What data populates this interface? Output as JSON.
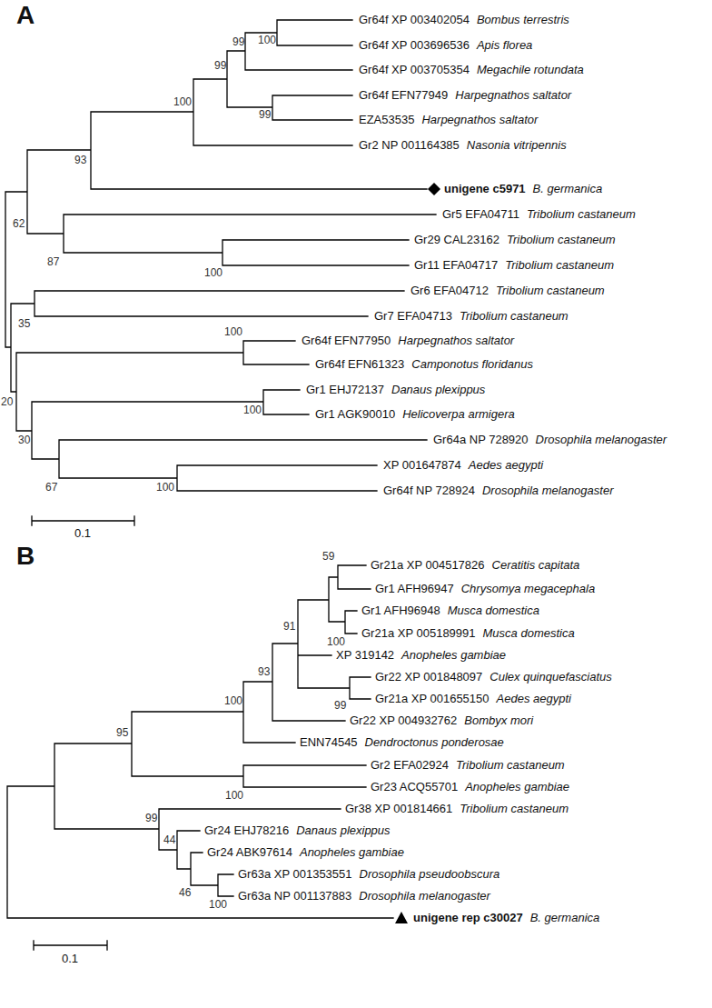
{
  "diagram": {
    "labels": [
      "A",
      "Gr64f XP 003402054",
      "Bombus terrestris",
      "Gr64f XP 003696536",
      "Apis florea",
      "Gr64f XP 003705354",
      "Megachile rotundata",
      "Gr64f EFN77949",
      "Harpegnathos saltator",
      "EZA53535",
      "Harpegnathos saltator",
      "Gr2 NP 001164385",
      "Nasonia vitripennis",
      "unigene c5971",
      "B. germanica",
      "Gr5 EFA04711",
      "Tribolium castaneum",
      "Gr29 CAL23162",
      "Tribolium castaneum",
      "Gr11 EFA04717",
      "Tribolium castaneum",
      "Gr6 EFA04712",
      "Tribolium castaneum",
      "Gr7 EFA04713",
      "Tribolium castaneum",
      "Gr64f EFN77950",
      "Harpegnathos saltator",
      "Gr64f EFN61323",
      "Camponotus floridanus",
      "Gr1 EHJ72137",
      "Danaus plexippus",
      "Gr1 AGK90010",
      "Helicoverpa armigera",
      "Gr64a NP 728920",
      "Drosophila melanogaster",
      "XP 001647874",
      "Aedes aegypti",
      "Gr64f NP 728924",
      "Drosophila melanogaster",
      "100",
      "99",
      "99",
      "100",
      "99",
      "93",
      "62",
      "87",
      "100",
      "35",
      "100",
      "100",
      "20",
      "30",
      "67",
      "100",
      "0.1",
      "B",
      "Gr21a XP 004517826",
      "Ceratitis capitata",
      "Gr1 AFH96947",
      "Chrysomya megacephala",
      "Gr1 AFH96948",
      "Musca domestica",
      "Gr21a XP 005189991",
      "Musca domestica",
      "XP 319142",
      "Anopheles gambiae",
      "Gr22 XP 001848097",
      "Culex quinquefasciatus",
      "Gr21a XP 001655150",
      "Aedes aegypti",
      "Gr22 XP 004932762",
      "Bombyx mori",
      "ENN74545",
      "Dendroctonus ponderosae",
      "Gr2 EFA02924",
      "Tribolium castaneum",
      "Gr23 ACQ55701",
      "Anopheles gambiae",
      "Gr38 XP 001814661",
      "Tribolium castaneum",
      "Gr24 EHJ78216",
      "Danaus plexippus",
      "Gr24 ABK97614",
      "Anopheles gambiae",
      "Gr63a XP 001353551",
      "Drosophila pseudoobscura",
      "Gr63a NP 001137883",
      "Drosophila melanogaster",
      "unigene rep c30027",
      "B. germanica",
      "59",
      "100",
      "91",
      "99",
      "93",
      "100",
      "95",
      "100",
      "99",
      "44",
      "46",
      "100",
      "0.1"
    ]
  }
}
